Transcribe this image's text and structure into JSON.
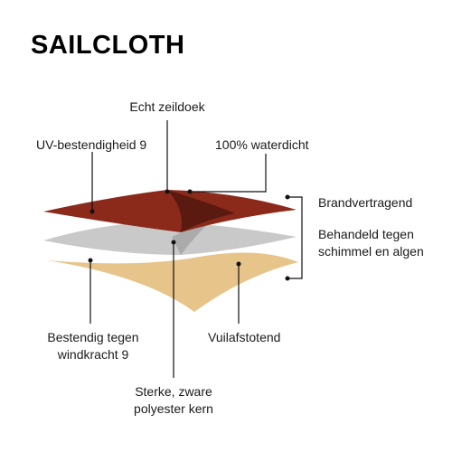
{
  "title": "SAILCLOTH",
  "labels": {
    "echt_zeildoek": "Echt zeildoek",
    "uv": "UV-bestendigheid 9",
    "waterdicht": "100% waterdicht",
    "brandvertragend": "Brandvertragend",
    "schimmel_line1": "Behandeld tegen",
    "schimmel_line2": "schimmel en algen",
    "windkracht_line1": "Bestendig tegen",
    "windkracht_line2": "windkracht 9",
    "vuilafstotend": "Vuilafstotend",
    "kern_line1": "Sterke, zware",
    "kern_line2": "polyester kern"
  },
  "colors": {
    "top_layer": "#8b2a1a",
    "middle_layer": "#c9c9c9",
    "bottom_layer": "#e7c48a",
    "line": "#111111"
  }
}
